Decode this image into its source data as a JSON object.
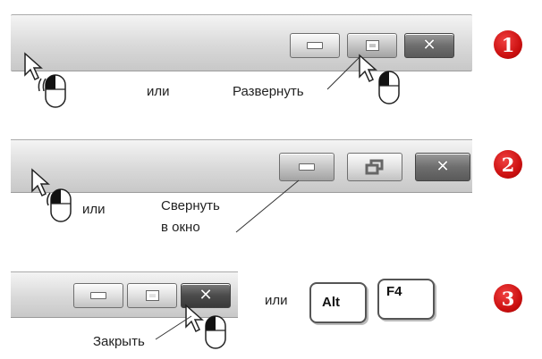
{
  "steps": [
    {
      "number": "1",
      "or_label": "или",
      "action_label": "Развернуть",
      "buttons": [
        "minimize",
        "maximize",
        "close"
      ]
    },
    {
      "number": "2",
      "or_label": "или",
      "action_label_line1": "Свернуть",
      "action_label_line2": "в окно",
      "buttons": [
        "minimize",
        "restore",
        "close"
      ]
    },
    {
      "number": "3",
      "or_label": "или",
      "action_label": "Закрыть",
      "keys": [
        "Alt",
        "F4"
      ],
      "buttons": [
        "minimize",
        "maximize",
        "close"
      ]
    }
  ],
  "colors": {
    "badge": "#cc1111",
    "titlebar": "#d9d9d9",
    "close_button": "#6e6e6e"
  }
}
